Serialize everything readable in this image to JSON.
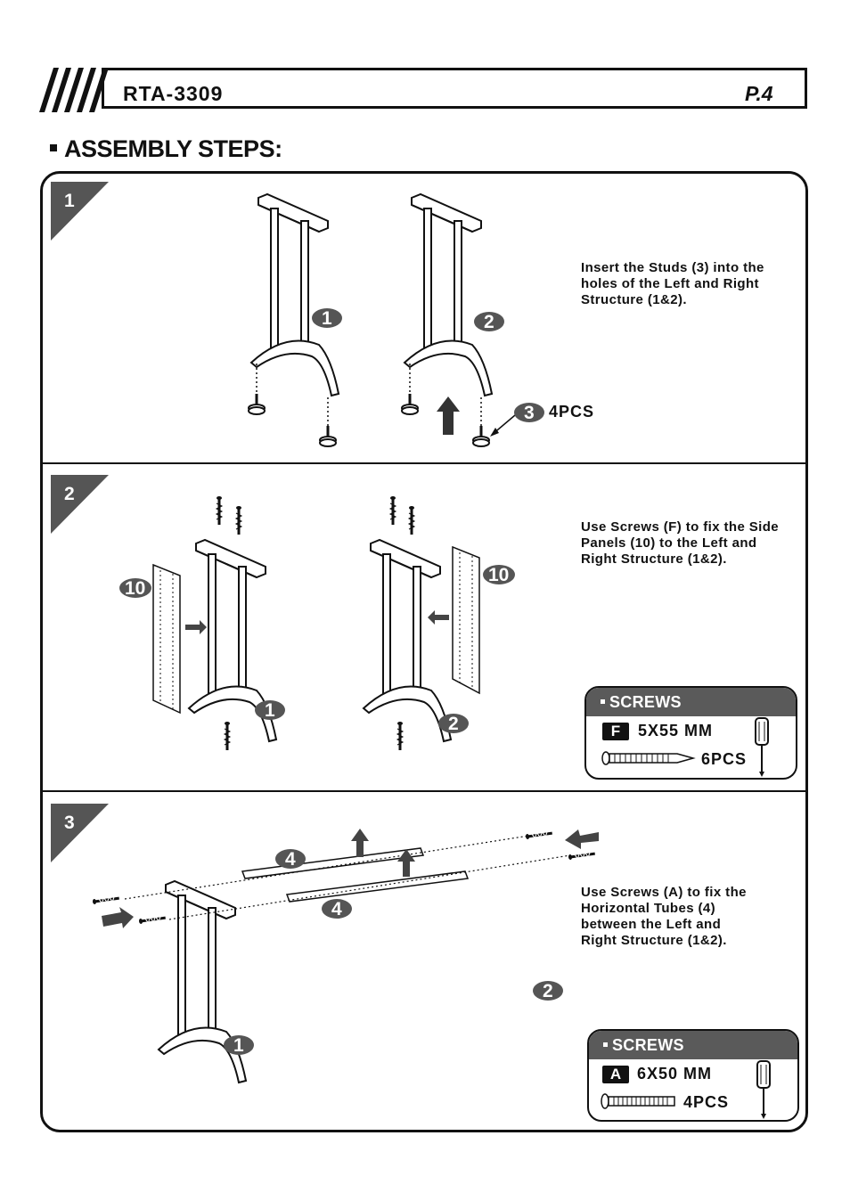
{
  "header": {
    "model": "RTA-3309",
    "page": "P.4"
  },
  "section_title": "ASSEMBLY STEPS:",
  "steps": [
    {
      "number": "1",
      "instruction": "Insert the Studs (3) into the\nholes of the Left and Right\nStructure (1&2).",
      "qty_label": "4PCS"
    },
    {
      "number": "2",
      "instruction": "Use Screws (F) to fix the Side\nPanels (10) to the Left and\nRight Structure (1&2)."
    },
    {
      "number": "3",
      "instruction": "Use Screws (A) to fix the\nHorizontal Tubes (4)\nbetween the Left and\nRight Structure (1&2)."
    }
  ],
  "screw_boxes": [
    {
      "title": "SCREWS",
      "code": "F",
      "spec": "5X55 MM",
      "qty": "6PCS"
    },
    {
      "title": "SCREWS",
      "code": "A",
      "spec": "6X50 MM",
      "qty": "4PCS"
    }
  ],
  "part_labels": {
    "p1": "1",
    "p2": "2",
    "p3": "3",
    "p4": "4",
    "p10": "10"
  }
}
